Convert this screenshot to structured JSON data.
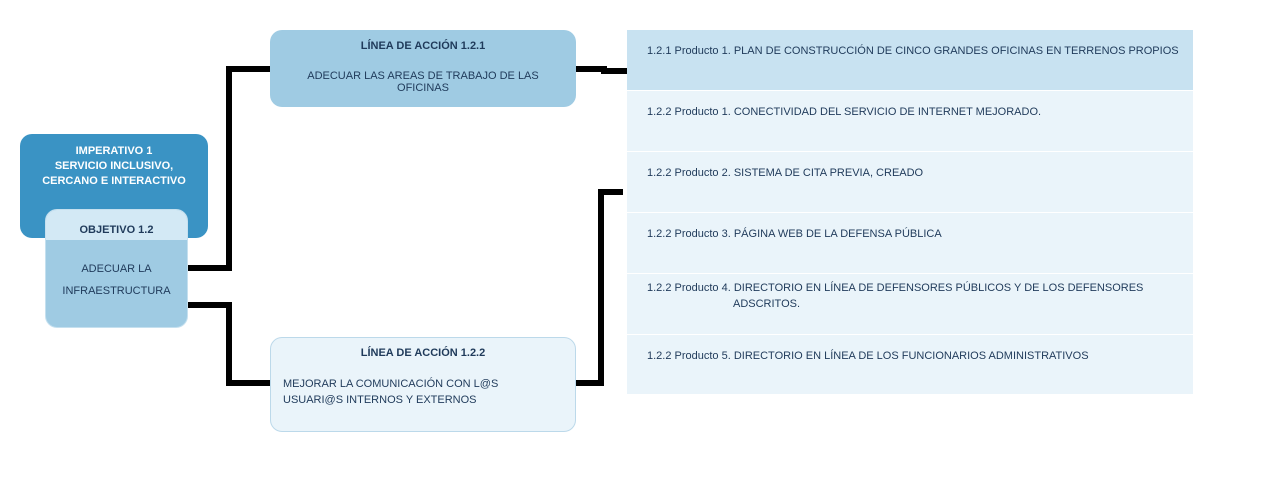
{
  "imperativo": {
    "line1": "IMPERATIVO  1",
    "line2": "SERVICIO INCLUSIVO,",
    "line3": "CERCANO E INTERACTIVO"
  },
  "objetivo": {
    "header": "OBJETIVO  1.2",
    "line1": "ADECUAR  LA",
    "line2": "INFRAESTRUCTURA"
  },
  "lineas": [
    {
      "header": "LÍNEA DE ACCIÓN 1.2.1",
      "text": "ADECUAR  LAS AREAS  DE TRABAJO  DE LAS  OFICINAS"
    },
    {
      "header": "LÍNEA DE ACCIÓN 1.2.2",
      "line1": "MEJORAR  LA COMUNICACIÓN  CON  L@S",
      "line2": "USUARI@S  INTERNOS  Y EXTERNOS"
    }
  ],
  "productos": [
    {
      "text": "1.2.1 Producto 1. PLAN  DE CONSTRUCCIÓN  DE CINCO GRANDES  OFICINAS EN  TERRENOS  PROPIOS"
    },
    {
      "text": "1.2.2 Producto 1. CONECTIVIDAD  DEL SERVICIO DE INTERNET   MEJORADO."
    },
    {
      "text": "1.2.2 Producto 2. SISTEMA  DE CITA PREVIA,  CREADO"
    },
    {
      "text": "1.2.2 Producto 3. PÁGINA WEB DE LA DEFENSA  PÚBLICA"
    },
    {
      "text": "1.2.2 Producto 4. DIRECTORIO EN  LÍNEA  DE DEFENSORES  PÚBLICOS Y DE LOS DEFENSORES",
      "text2": "ADSCRITOS."
    },
    {
      "text": "1.2.2 Producto 5. DIRECTORIO EN  LÍNEA  DE LOS FUNCIONARIOS  ADMINISTRATIVOS"
    }
  ],
  "colors": {
    "imperativo": "#3a93c4",
    "objetivo": "#9fcbe3",
    "linea_1": "#9fcbe3",
    "linea_2": "#eaf4fa",
    "producto_first": "#c8e2f1",
    "producto": "#eaf4fa",
    "connector": "#000000"
  }
}
